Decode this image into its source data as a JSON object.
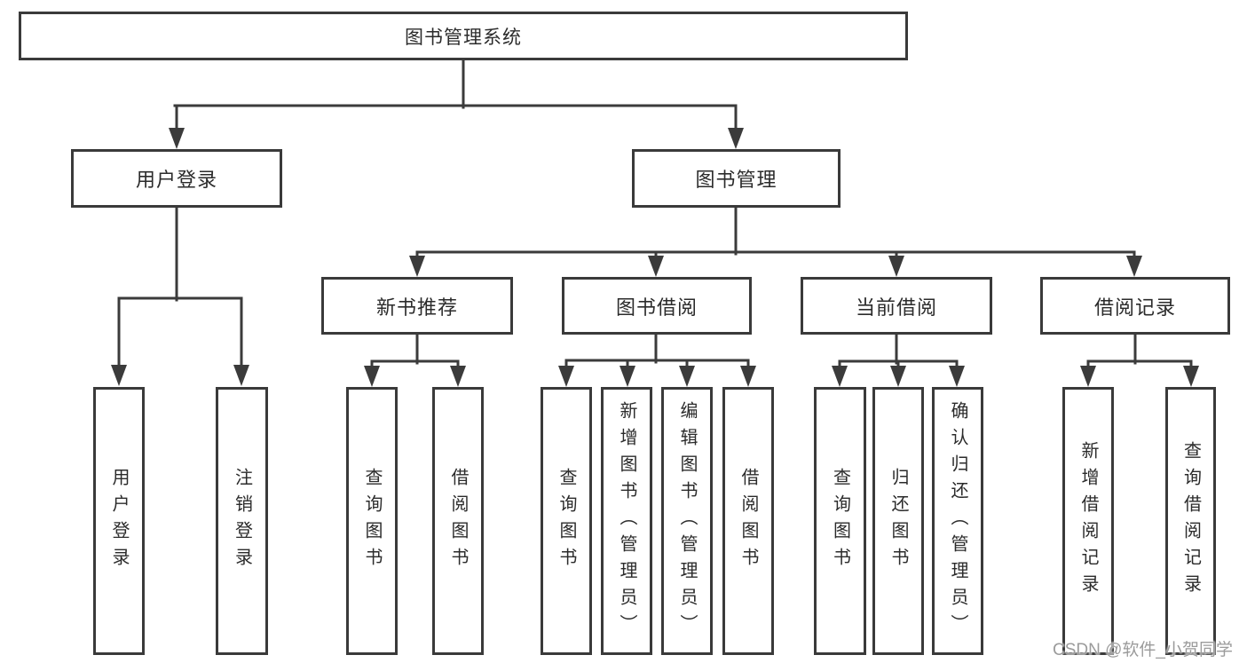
{
  "diagram_type": "hierarchy-tree",
  "colors": {
    "line": "#3b3b3b",
    "border": "#3a3a3a",
    "text": "#2b2b2b",
    "background": "#ffffff",
    "watermark_text": "#9b9b9b"
  },
  "tree": {
    "label": "图书管理系统",
    "children": [
      {
        "label": "用户登录",
        "children": [
          {
            "label": "用户登录"
          },
          {
            "label": "注销登录"
          }
        ]
      },
      {
        "label": "图书管理",
        "children": [
          {
            "label": "新书推荐",
            "children": [
              {
                "label": "查询图书"
              },
              {
                "label": "借阅图书"
              }
            ]
          },
          {
            "label": "图书借阅",
            "children": [
              {
                "label": "查询图书"
              },
              {
                "label": "新增图书（管理员）"
              },
              {
                "label": "编辑图书（管理员）"
              },
              {
                "label": "借阅图书"
              }
            ]
          },
          {
            "label": "当前借阅",
            "children": [
              {
                "label": "查询图书"
              },
              {
                "label": "归还图书"
              },
              {
                "label": "确认归还（管理员）"
              }
            ]
          },
          {
            "label": "借阅记录",
            "children": [
              {
                "label": "新增借阅记录"
              },
              {
                "label": "查询借阅记录"
              }
            ]
          }
        ]
      }
    ]
  },
  "watermark": {
    "text": "CSDN @软件_小贺同学"
  }
}
